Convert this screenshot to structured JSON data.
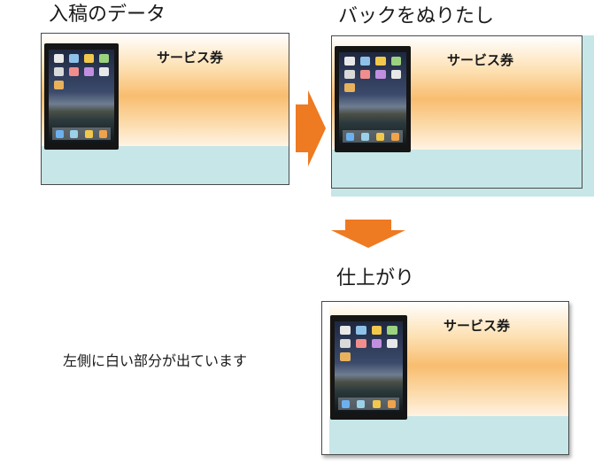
{
  "labels": {
    "source_title": "入稿のデータ",
    "bleed_title": "バックをぬりたし",
    "final_title": "仕上がり",
    "note": "左側に白い部分が出ています",
    "voucher_text": "サービス券"
  },
  "colors": {
    "arrow": "#ee7a22",
    "band": "#c7e6e7",
    "gradient_peak": "#f8bd6f",
    "tablet": "#151515"
  },
  "icons": {
    "right_arrow": "arrow-right-icon",
    "down_arrow": "arrow-down-icon",
    "tablet": "tablet-device-icon"
  }
}
